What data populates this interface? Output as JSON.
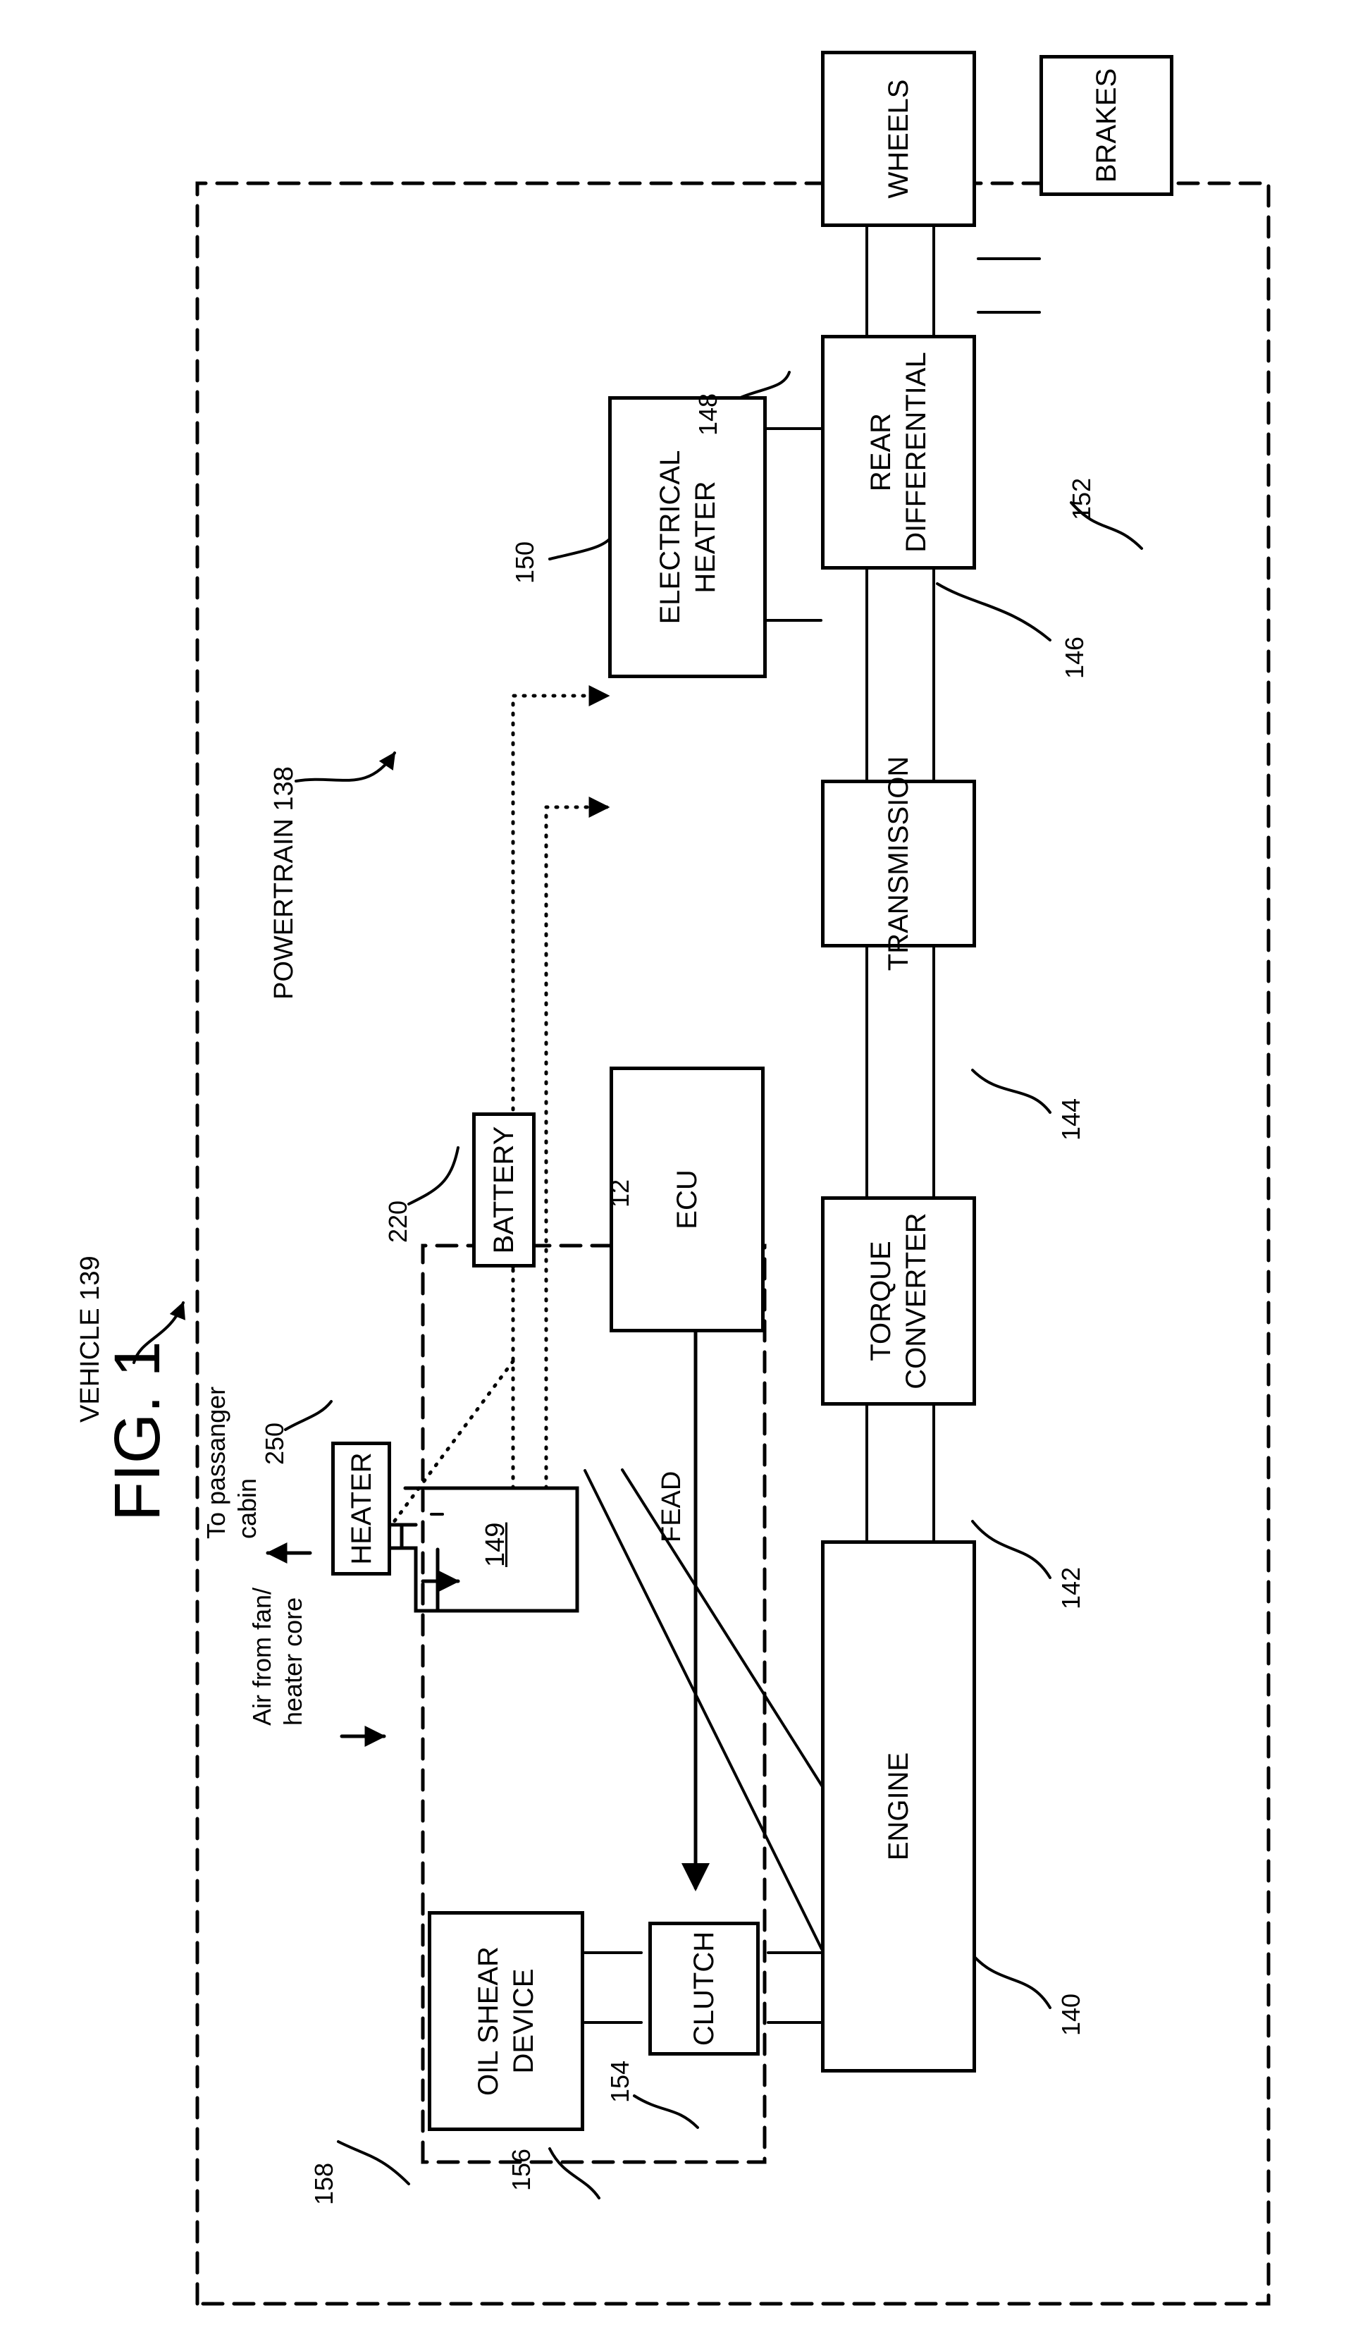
{
  "figure_title": "FIG. 1",
  "vehicle": {
    "label": "VEHICLE",
    "ref": "139"
  },
  "powertrain": {
    "label": "POWERTRAIN",
    "ref": "138"
  },
  "fead_label": "FEAD",
  "boxes": {
    "engine": {
      "line1": "ENGINE",
      "ref": "140"
    },
    "torque_converter": {
      "line1": "TORQUE",
      "line2": "CONVERTER",
      "ref": "142"
    },
    "transmission": {
      "line1": "TRANSMISSION",
      "ref": "144"
    },
    "rear_differential": {
      "line1": "REAR",
      "line2": "DIFFERENTIAL",
      "ref": "146"
    },
    "wheels": {
      "line1": "WHEELS",
      "ref": "148"
    },
    "brakes": {
      "line1": "BRAKES",
      "ref": "152"
    },
    "electrical_heater": {
      "line1": "ELECTRICAL",
      "line2": "HEATER",
      "ref": "150"
    },
    "ecu": {
      "line1": "ECU",
      "ref": "12"
    },
    "battery": {
      "line1": "BATTERY",
      "ref": "220"
    },
    "heater": {
      "line1": "HEATER",
      "ref": "250"
    },
    "component_149": {
      "line1": "149"
    },
    "clutch": {
      "line1": "CLUTCH",
      "ref": "154"
    },
    "oil_shear_device": {
      "line1": "OIL SHEAR",
      "line2": "DEVICE",
      "ref": "156"
    }
  },
  "fead_ref": "158",
  "annotations": {
    "air_in_line1": "Air from fan/",
    "air_in_line2": "heater core",
    "to_cabin_line1": "To passanger",
    "to_cabin_line2": "cabin"
  }
}
